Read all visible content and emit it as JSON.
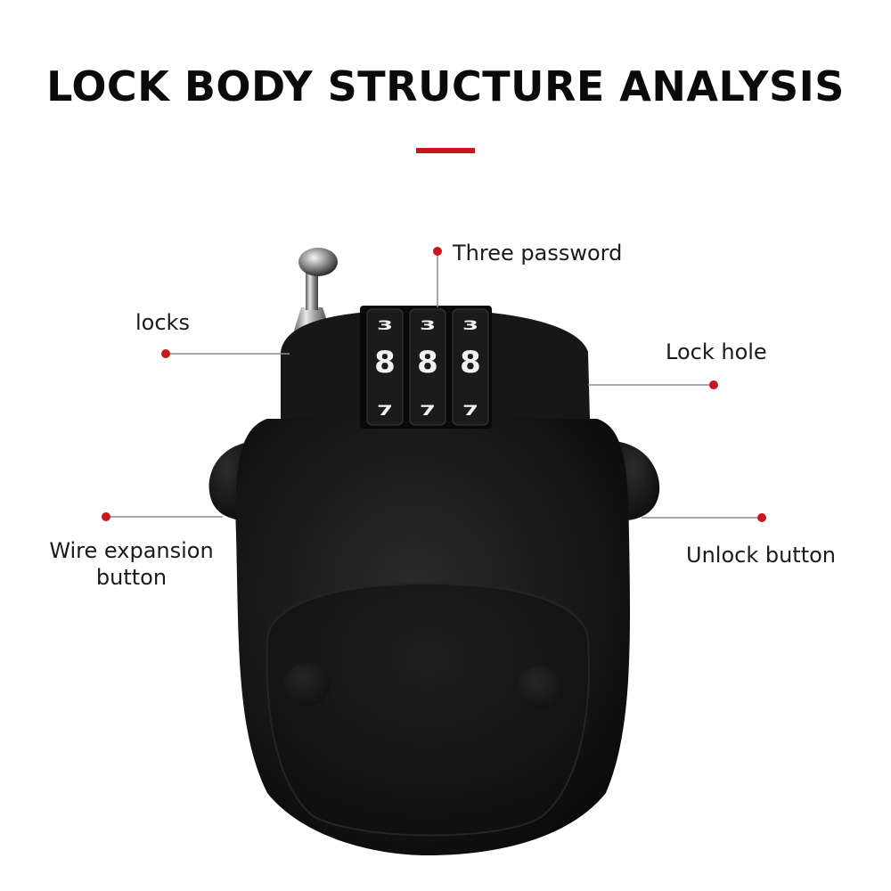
{
  "title": "LOCK BODY STRUCTURE ANALYSIS",
  "colors": {
    "accent": "#c8161d",
    "leader_line": "#8c8c8c",
    "lock_body": "#141414",
    "wheel_digit": "#f2f2f2"
  },
  "callouts": {
    "three_password": "Three password",
    "locks": "locks",
    "lock_hole": "Lock hole",
    "wire_expansion_line1": "Wire expansion",
    "wire_expansion_line2": "button",
    "unlock_button": "Unlock button"
  },
  "dial_wheels": [
    {
      "top": "3",
      "middle": "8",
      "bottom": "7"
    },
    {
      "top": "3",
      "middle": "8",
      "bottom": "7"
    },
    {
      "top": "3",
      "middle": "8",
      "bottom": "7"
    }
  ]
}
